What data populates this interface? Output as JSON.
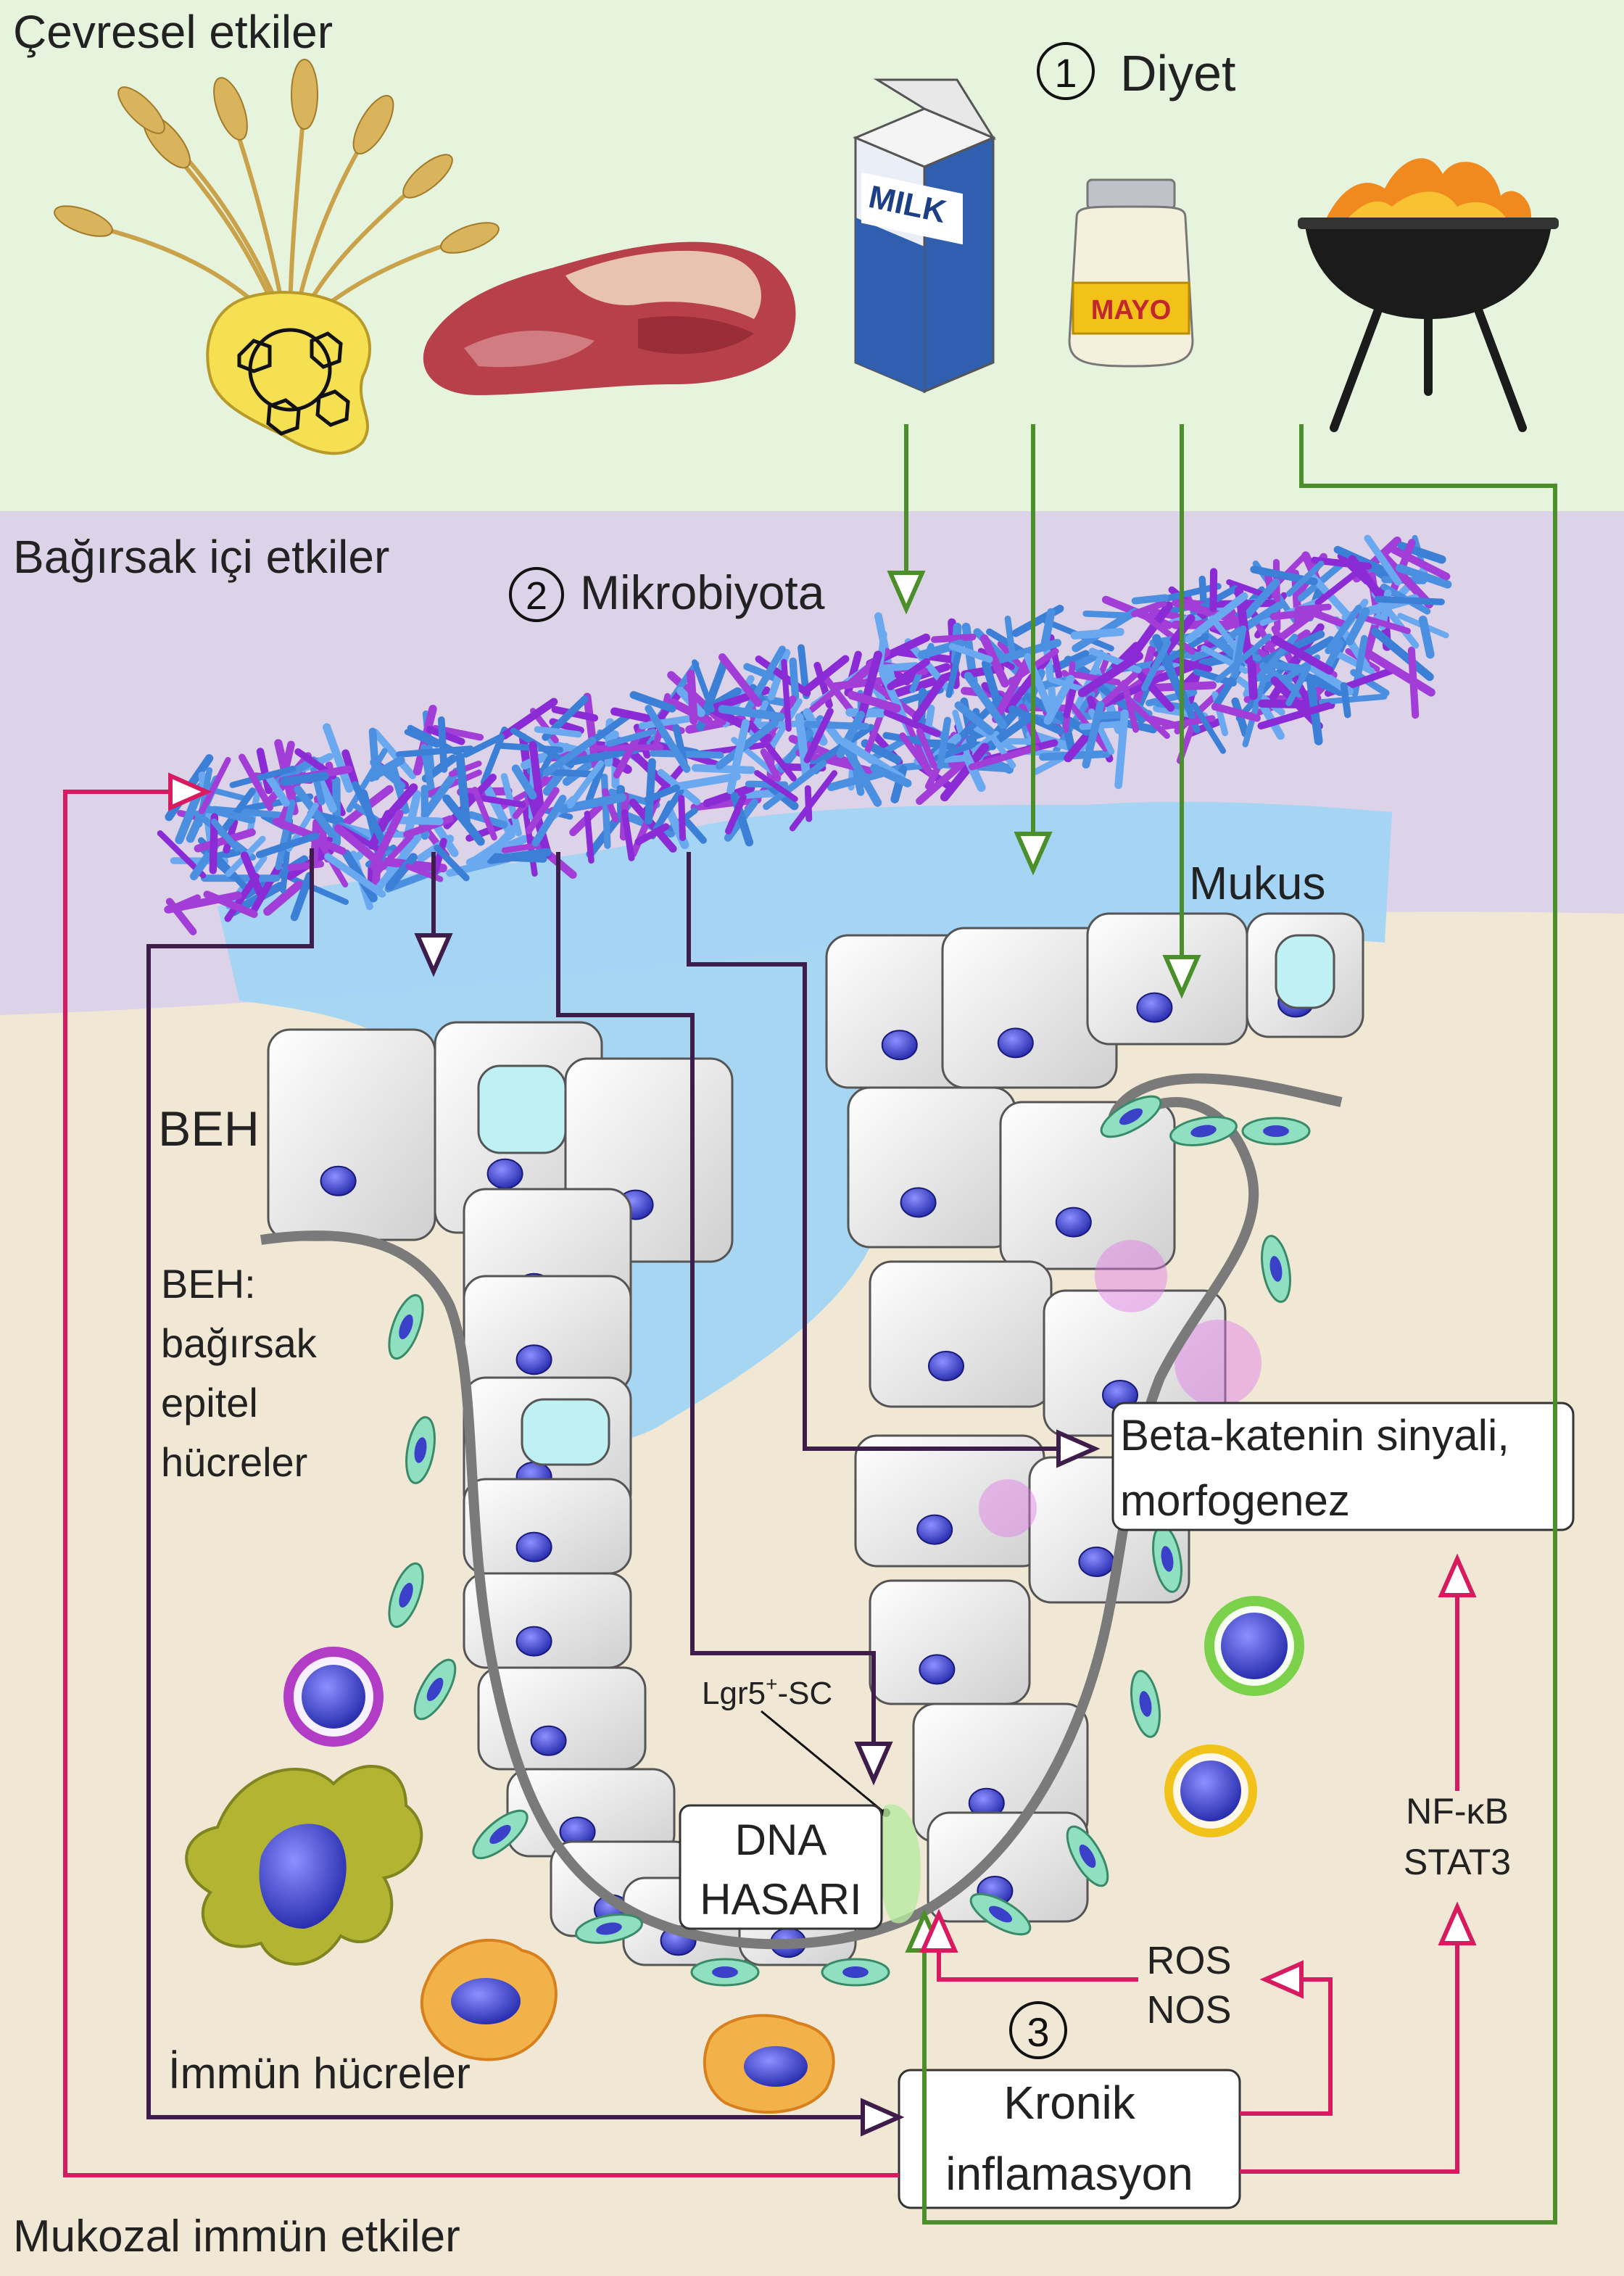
{
  "zones": {
    "environmental": "Çevresel etkiler",
    "luminal": "Bağırsak içi etkiler",
    "mucosal_immune": "Mukozal immün etkiler"
  },
  "steps": {
    "diet": {
      "number": "1",
      "label": "Diyet"
    },
    "microbiota": {
      "number": "2",
      "label": "Mikrobiyota"
    },
    "inflammation": {
      "number": "3"
    }
  },
  "food_items": {
    "milk": "MILK",
    "mayo": "MAYO"
  },
  "labels": {
    "mucus": "Mukus",
    "beh": "BEH",
    "beh_def": [
      "BEH:",
      "bağırsak",
      "epitel",
      "hücreler"
    ],
    "lgr5": "Lgr5",
    "lgr5_sup": "+",
    "lgr5_suffix": "-SC",
    "immune_cells": "İmmün hücreler",
    "ros": "ROS",
    "nos": "NOS",
    "nfkb": "NF-κB",
    "stat3": "STAT3"
  },
  "boxes": {
    "beta_catenin": [
      "Beta-katenin sinyali,",
      "morfogenez"
    ],
    "dna_damage": [
      "DNA",
      "HASARI"
    ],
    "chronic_inflammation": [
      "Kronik",
      "inflamasyon"
    ]
  },
  "colors": {
    "environment_bg": "#e6f4de",
    "luminal_bg": "#dcd3e8",
    "tissue_bg": "#f0e8d4",
    "mucus": "#9fd4f5",
    "green_arrow": "#4a8f2a",
    "purple_arrow": "#3e1d4a",
    "red_arrow": "#d81b60",
    "nucleus": "#3a40c8"
  }
}
